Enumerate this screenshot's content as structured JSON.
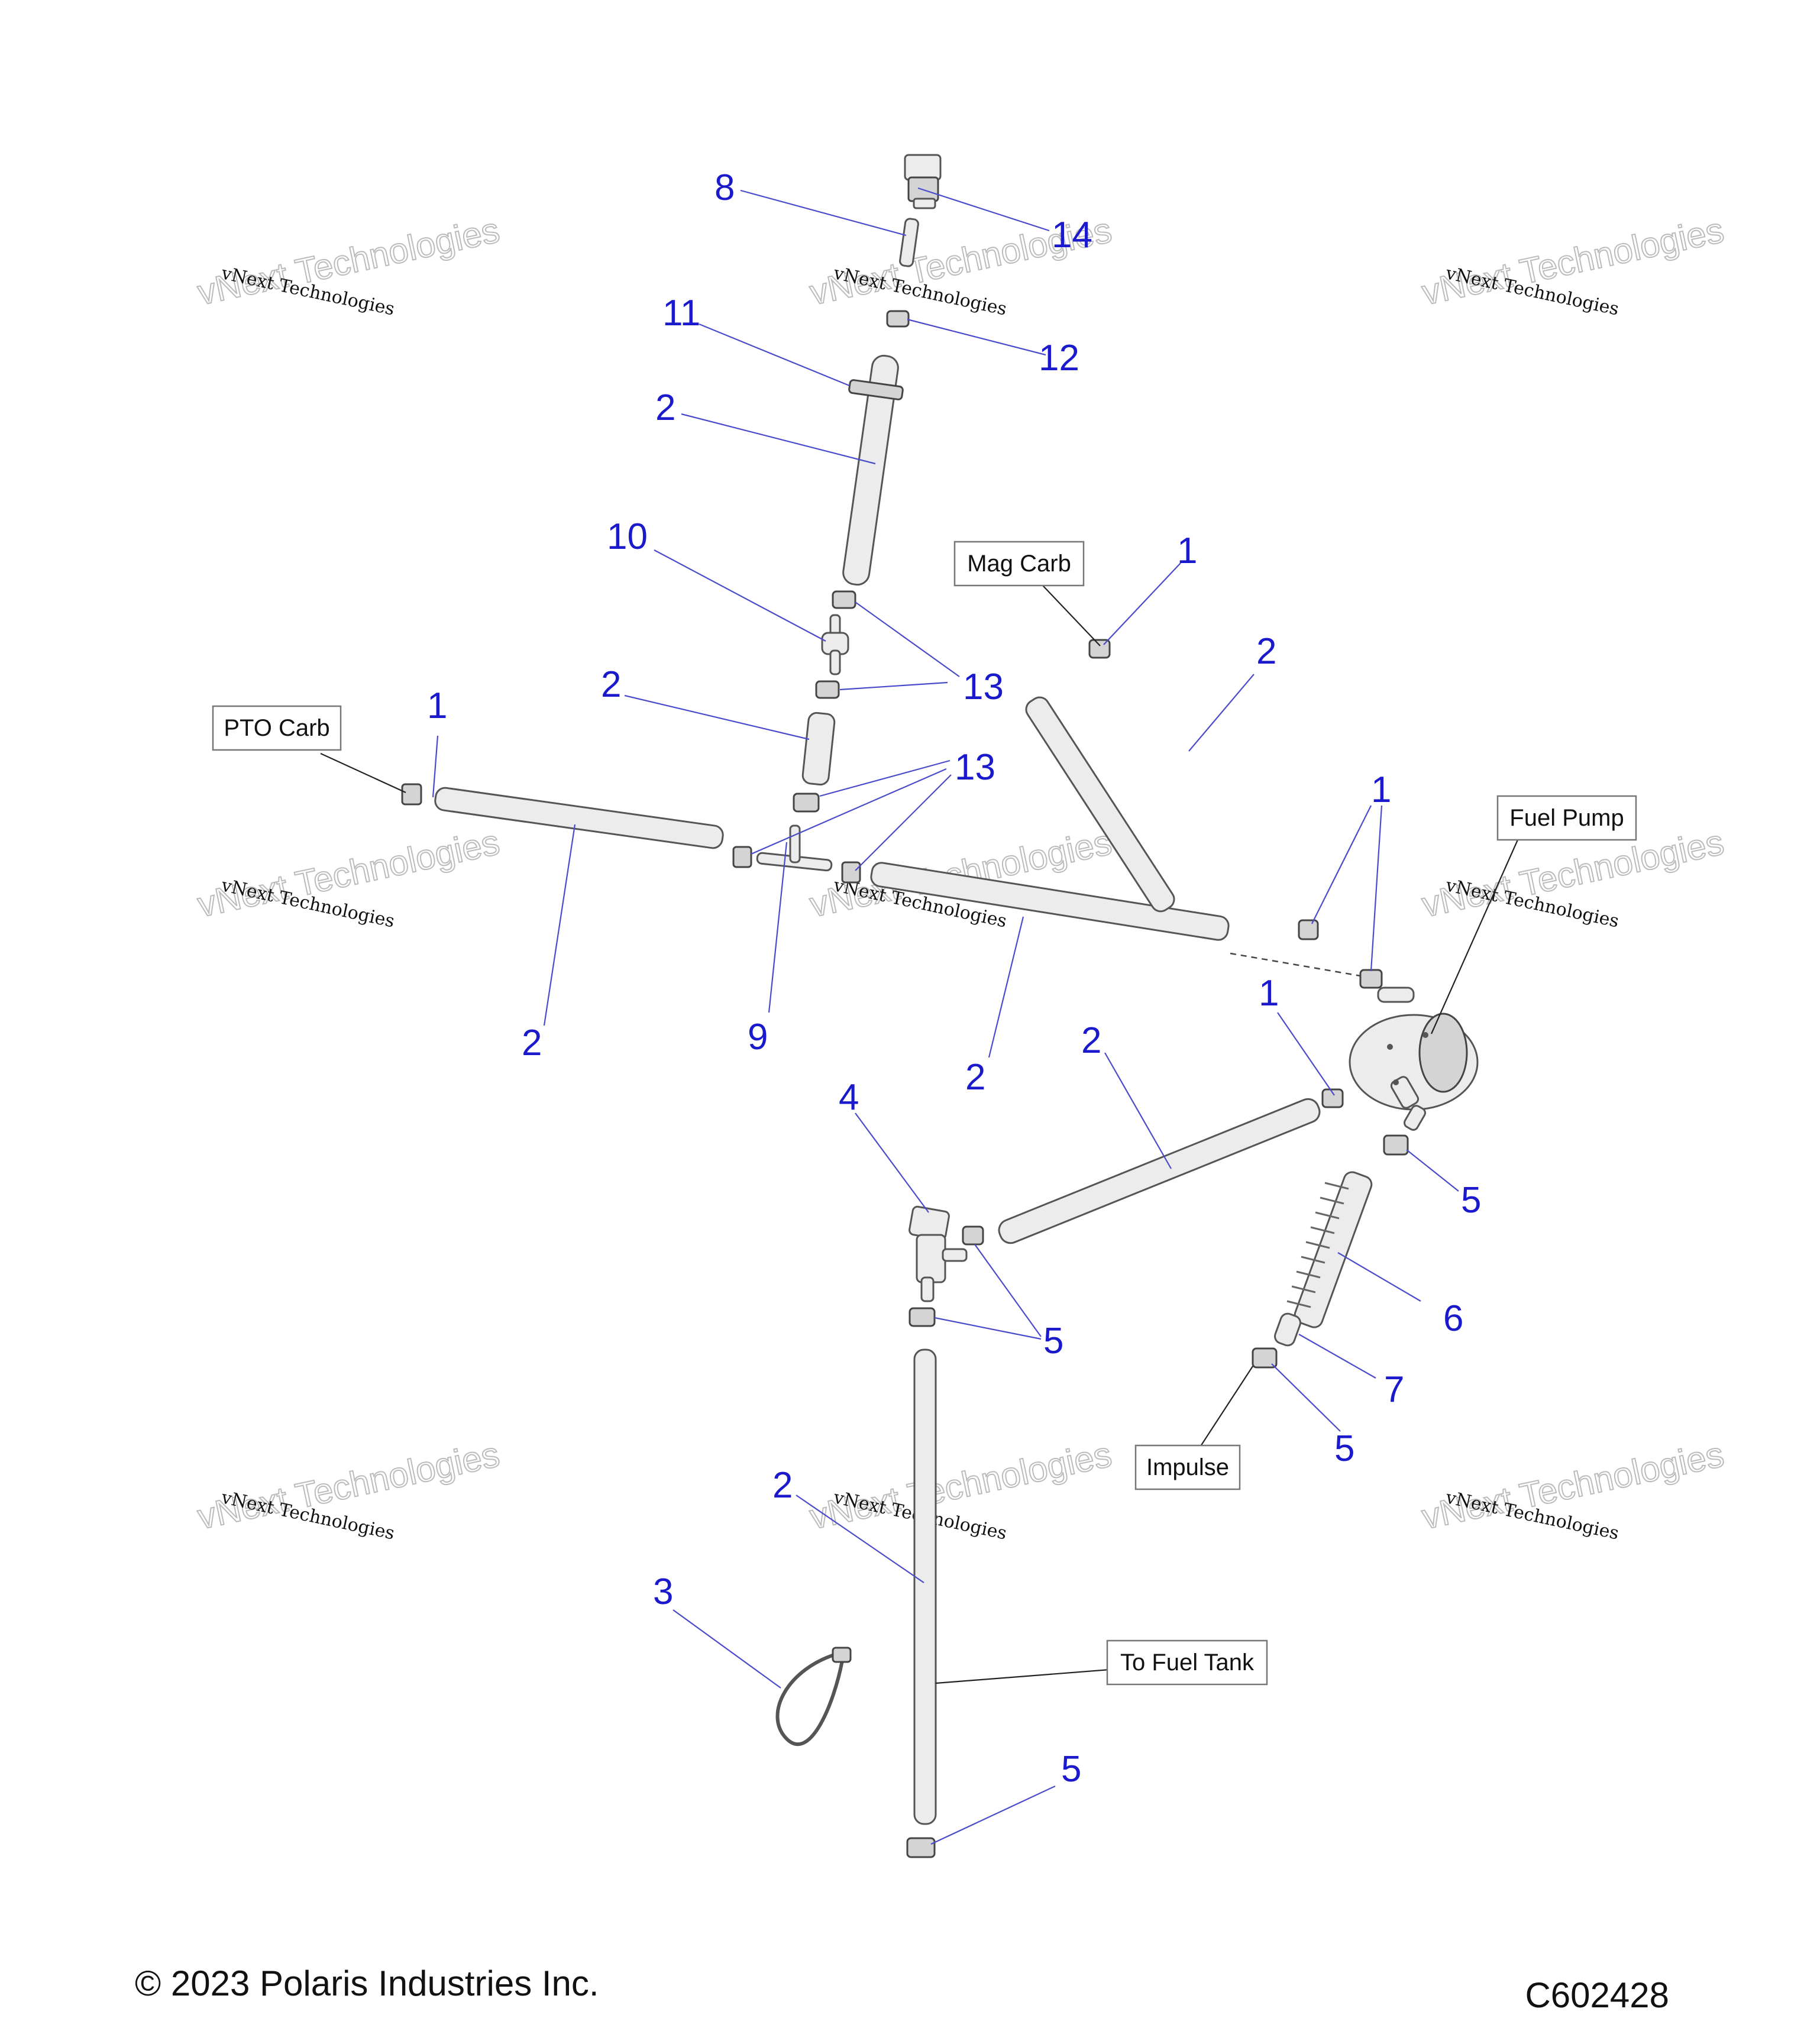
{
  "diagram": {
    "callouts": [
      "1",
      "2",
      "3",
      "4",
      "5",
      "6",
      "7",
      "8",
      "9",
      "10",
      "11",
      "12",
      "13",
      "14"
    ],
    "labels": {
      "mag_carb": "Mag Carb",
      "pto_carb": "PTO Carb",
      "fuel_pump": "Fuel Pump",
      "impulse": "Impulse",
      "to_fuel_tank": "To Fuel Tank"
    },
    "watermark": {
      "line1": "vNext Technologies",
      "line2": "vNext Technologies"
    }
  },
  "footer": {
    "copyright": "© 2023 Polaris Industries Inc.",
    "figure_id": "C602428"
  }
}
